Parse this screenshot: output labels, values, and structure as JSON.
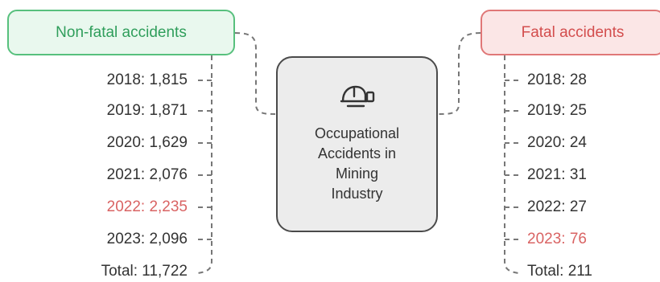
{
  "center": {
    "title_lines": [
      "Occupational",
      "Accidents in",
      "Mining",
      "Industry"
    ],
    "icon": "miner-helmet-icon"
  },
  "nonfatal": {
    "label": "Non-fatal accidents",
    "items": [
      "2018: 1,815",
      "2019: 1,871",
      "2020: 1,629",
      "2021: 2,076",
      "2022: 2,235",
      "2023: 2,096",
      "Total: 11,722"
    ],
    "highlight_index": 4
  },
  "fatal": {
    "label": "Fatal accidents",
    "items": [
      "2018: 28",
      "2019: 25",
      "2020: 24",
      "2021: 31",
      "2022: 27",
      "2023: 76",
      "Total: 211"
    ],
    "highlight_index": 5
  },
  "colors": {
    "nonfatal_accent": "#57c07d",
    "fatal_accent": "#e07777",
    "highlight": "#d96363",
    "connector": "#777777"
  }
}
